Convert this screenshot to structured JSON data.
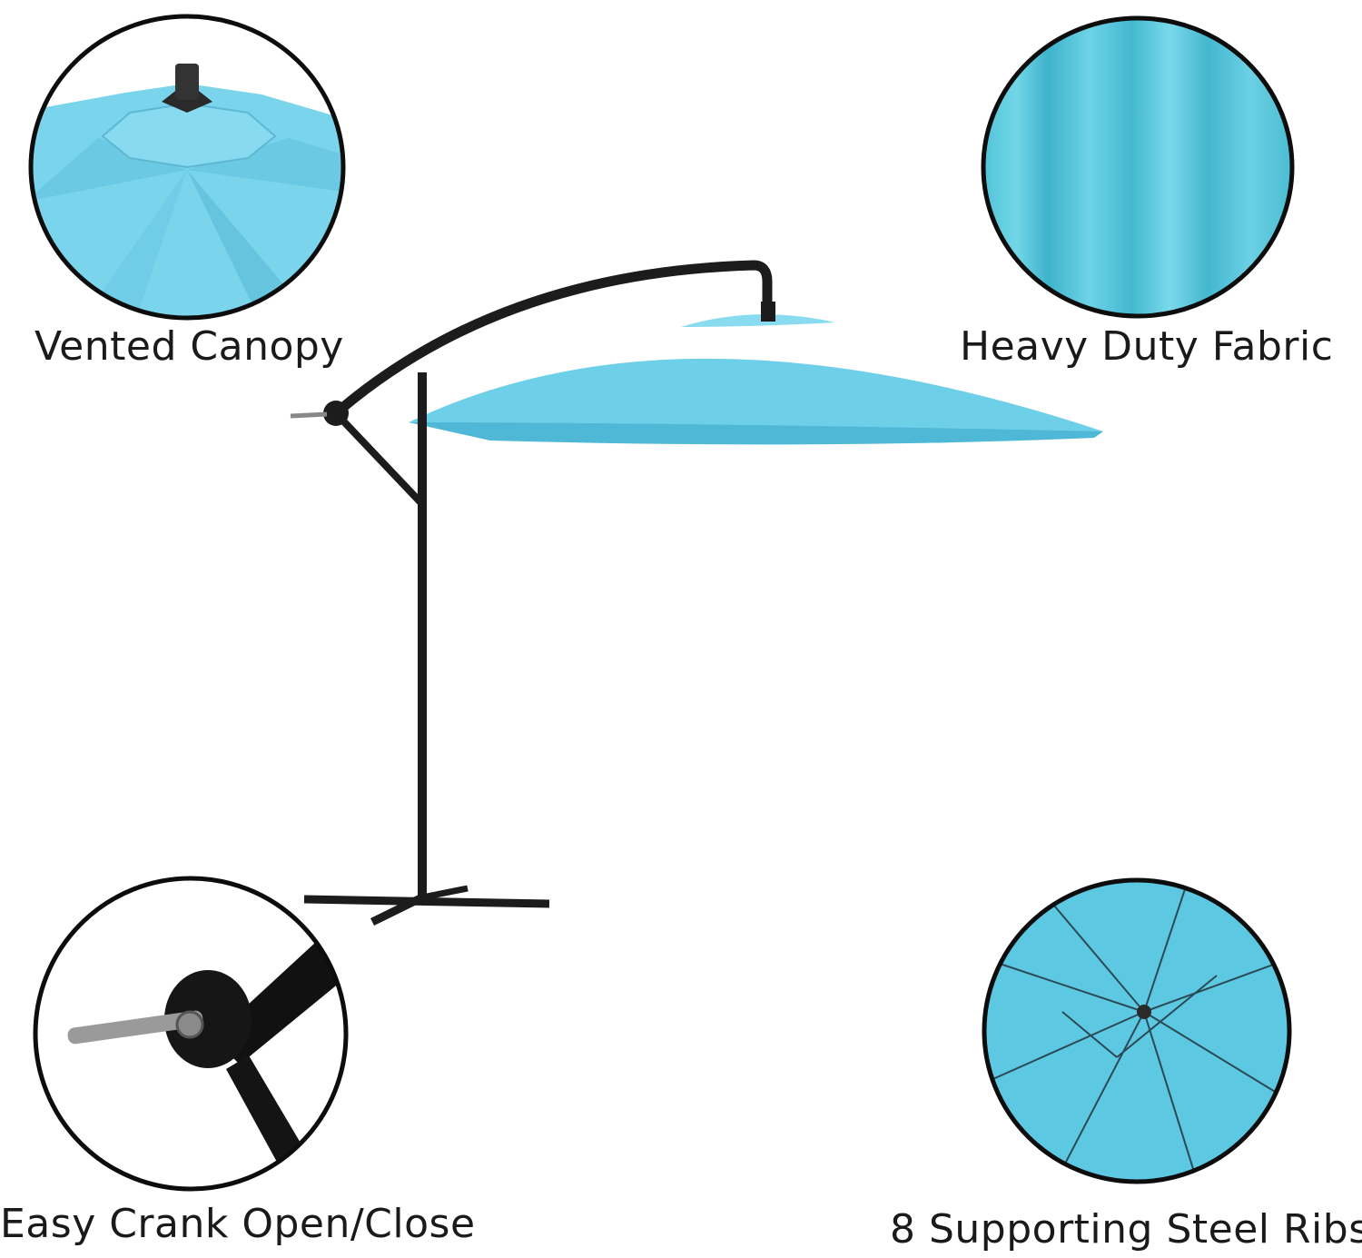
{
  "features": {
    "vented_canopy": {
      "label": "Vented Canopy"
    },
    "heavy_duty_fabric": {
      "label": "Heavy Duty Fabric"
    },
    "easy_crank": {
      "label": "Easy Crank Open/Close"
    },
    "steel_ribs": {
      "label": "8 Supporting Steel Ribs"
    }
  },
  "colors": {
    "canopy": "#6ecfe8",
    "canopy_dark": "#4fb8d6",
    "frame": "#1c1c1c",
    "circle_border": "#0d0d0d"
  }
}
